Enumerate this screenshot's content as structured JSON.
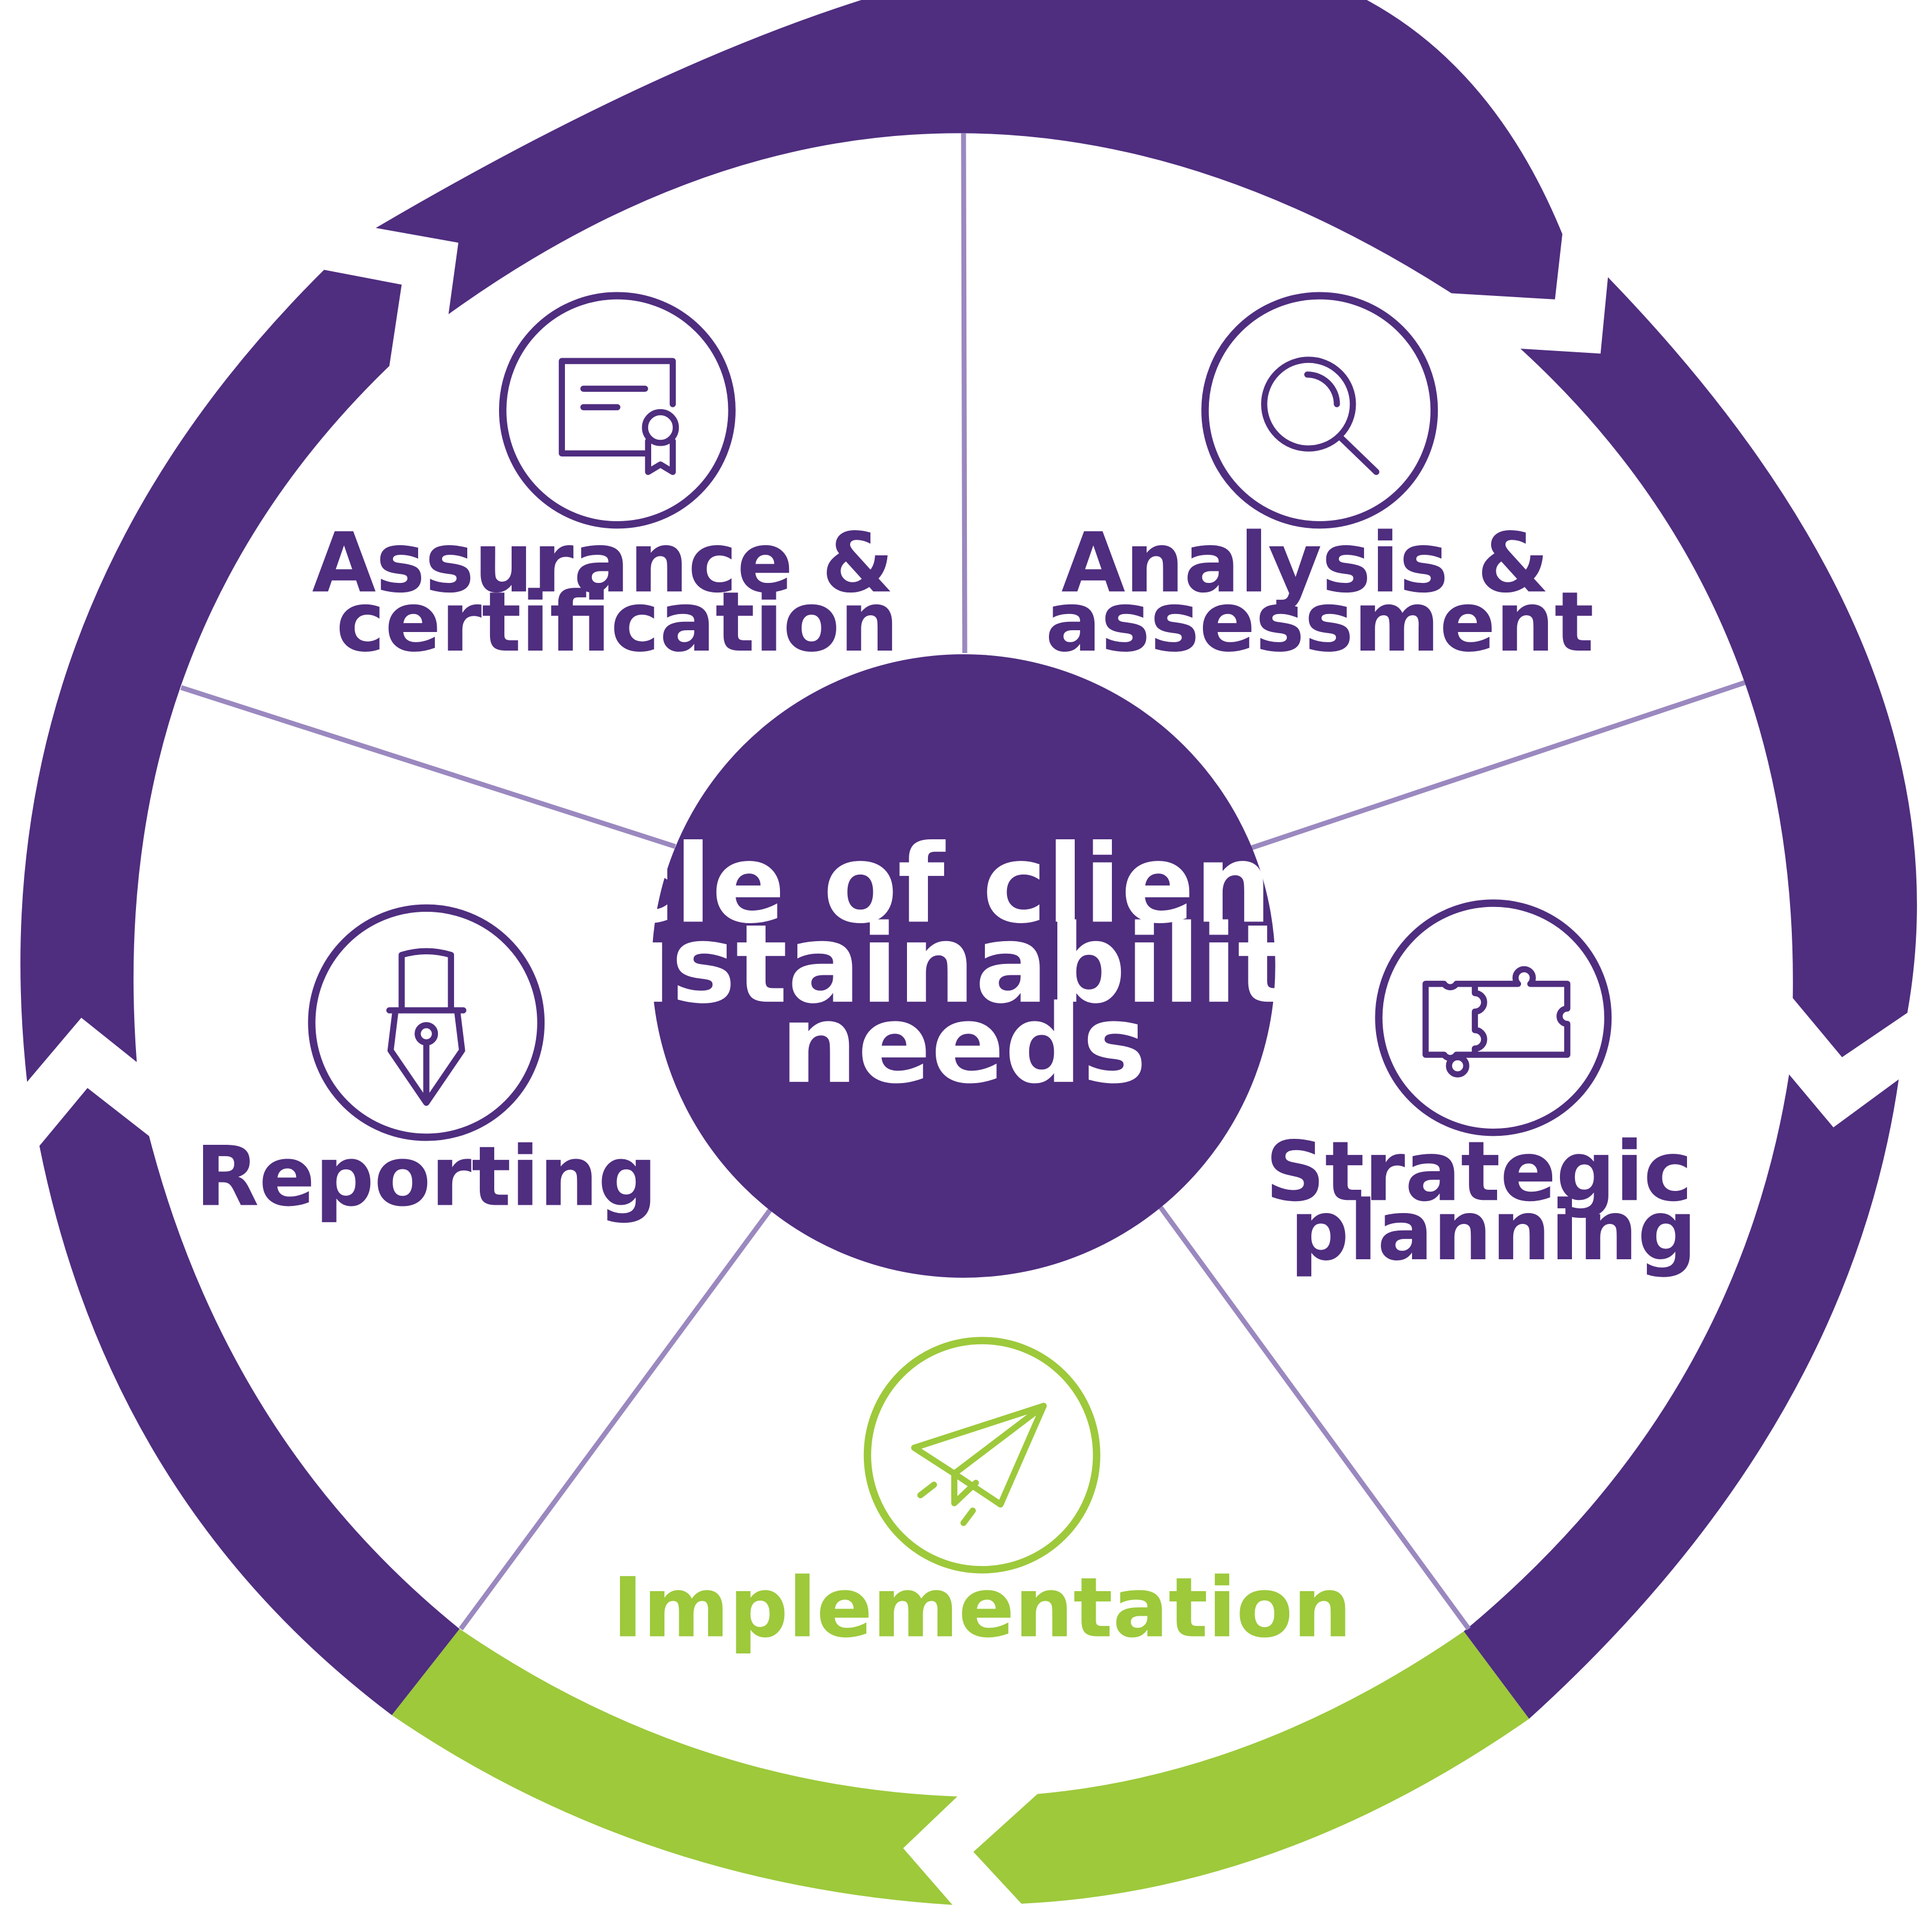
{
  "center": {
    "lines": [
      "Cycle of clients’",
      "sustainability",
      "needs"
    ]
  },
  "stages": [
    {
      "icon": "certificate-icon",
      "lines": [
        "Assurance &",
        "certification"
      ],
      "color": "#4f2d7f"
    },
    {
      "icon": "magnifier-icon",
      "lines": [
        "Analysis &",
        "assessment"
      ],
      "color": "#4f2d7f"
    },
    {
      "icon": "puzzle-icon",
      "lines": [
        "Strategic",
        "planning"
      ],
      "color": "#4f2d7f"
    },
    {
      "icon": "paper-plane-icon",
      "lines": [
        "Implementation"
      ],
      "color": "#9dc93b"
    },
    {
      "icon": "fountain-pen-icon",
      "lines": [
        "Reporting"
      ],
      "color": "#4f2d7f"
    }
  ],
  "colors": {
    "purple": "#4f2d7f",
    "green": "#9dc93b",
    "divider": "#9a88bf"
  }
}
